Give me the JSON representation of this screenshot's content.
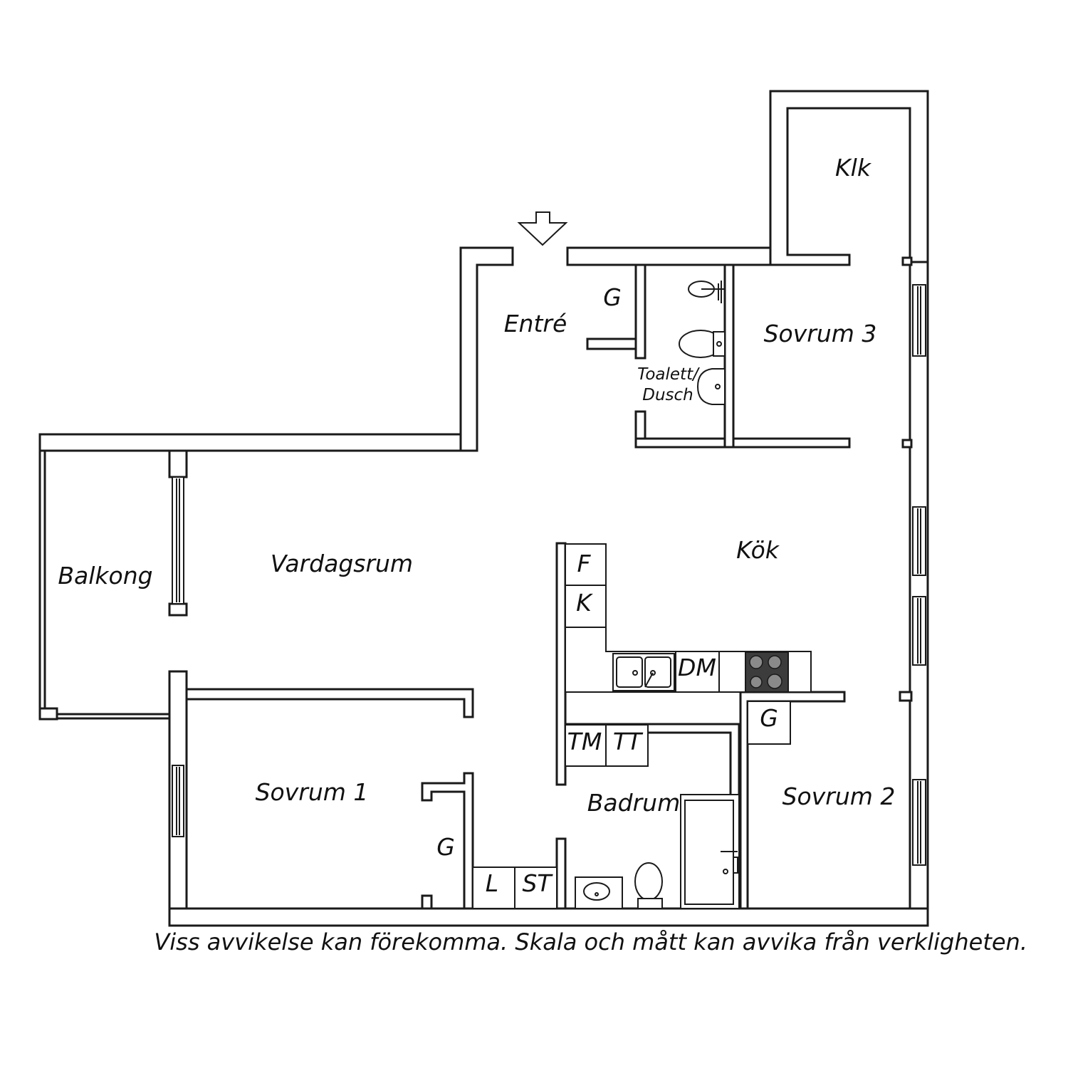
{
  "rooms": {
    "klk": "Klk",
    "entre": "Entré",
    "sovrum3": "Sovrum 3",
    "toalett_line1": "Toalett/",
    "toalett_line2": "Dusch",
    "balkong": "Balkong",
    "vardagsrum": "Vardagsrum",
    "kok": "Kök",
    "sovrum1": "Sovrum 1",
    "badrum": "Badrum",
    "sovrum2": "Sovrum 2"
  },
  "fixtures": {
    "g_entre": "G",
    "f": "F",
    "k": "K",
    "dm": "DM",
    "g_kok": "G",
    "tm": "TM",
    "tt": "TT",
    "g_sovrum1": "G",
    "l": "L",
    "st": "ST"
  },
  "disclaimer": "Viss avvikelse kan förekomma. Skala och mått kan avvika från verkligheten.",
  "colors": {
    "line": "#1a1a1a",
    "background": "#ffffff",
    "hob": "#3c3c3c"
  }
}
